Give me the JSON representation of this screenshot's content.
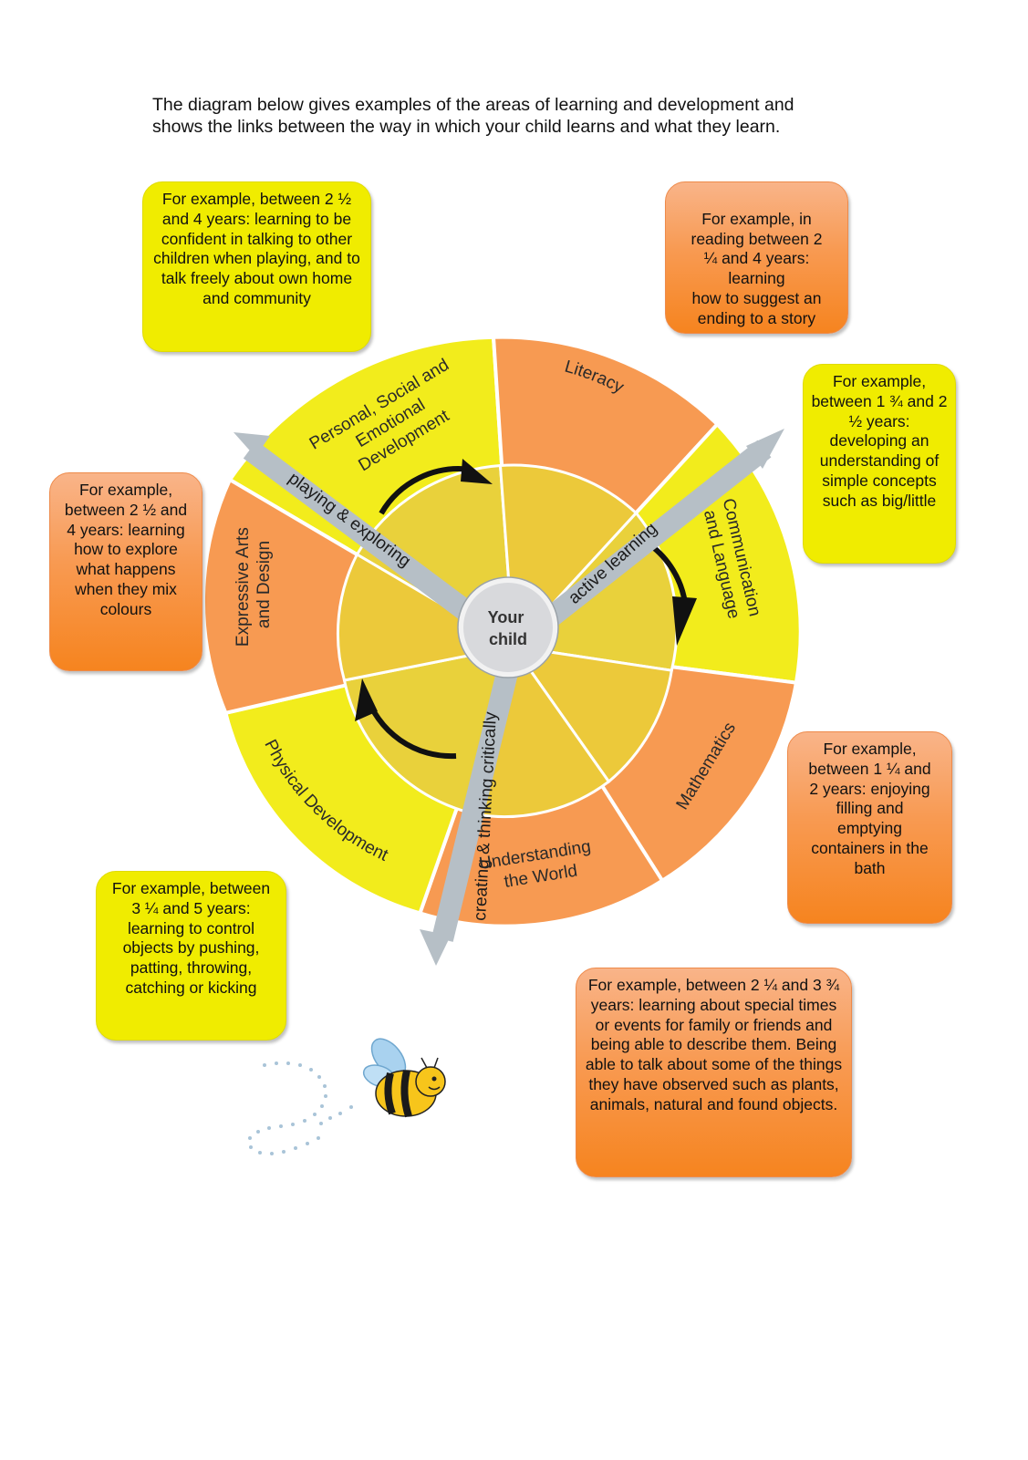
{
  "intro": {
    "line1": "The diagram below gives examples of the areas of learning and development and",
    "line2": "shows the links between the way in which your child learns and what they learn."
  },
  "boxes": {
    "personal_social": "For example, between 2 ½ and 4 years: learning to be confident in talking to other children when playing, and to talk freely about own home and community",
    "literacy": "For example, in reading between 2 ¼ and 4 years: learning\nhow to suggest an ending to a story",
    "communication": "For example, between 1 ¾ and 2 ½ years: developing an understanding of simple concepts such as big/little",
    "expressive_arts": "For example, between 2 ½ and 4 years: learning how to explore what happens when they mix colours",
    "mathematics": "For example, between 1 ¼ and 2 years: enjoying filling and emptying containers in the bath",
    "physical": "For example, between 3 ¼ and 5 years: learning to control objects by pushing, patting, throwing, catching or kicking",
    "understanding_world": "For example, between 2 ¼ and 3 ¾ years: learning about special times or events for family or friends and being able to describe them. Being able to talk about some of the things they have observed such as plants, animals, natural and found objects."
  },
  "wheel": {
    "center_line1": "Your",
    "center_line2": "child",
    "segments": {
      "personal_social_l1": "Personal, Social and",
      "personal_social_l2": "Emotional",
      "personal_social_l3": "Development",
      "literacy": "Literacy",
      "communication_l1": "Communication",
      "communication_l2": "and Language",
      "mathematics": "Mathematics",
      "understanding_l1": "Understanding",
      "understanding_l2": "the World",
      "physical": "Physical Development",
      "expressive_l1": "Expressive Arts",
      "expressive_l2": "and Design"
    },
    "spokes": {
      "playing": "playing & exploring",
      "active": "active learning",
      "creating": "creating & thinking critically"
    }
  },
  "colors": {
    "yellow": "#f2ec1c",
    "orange": "#f79a52",
    "inner_yellow": "#e8c83a",
    "spoke_grey": "#b6bfc6"
  }
}
